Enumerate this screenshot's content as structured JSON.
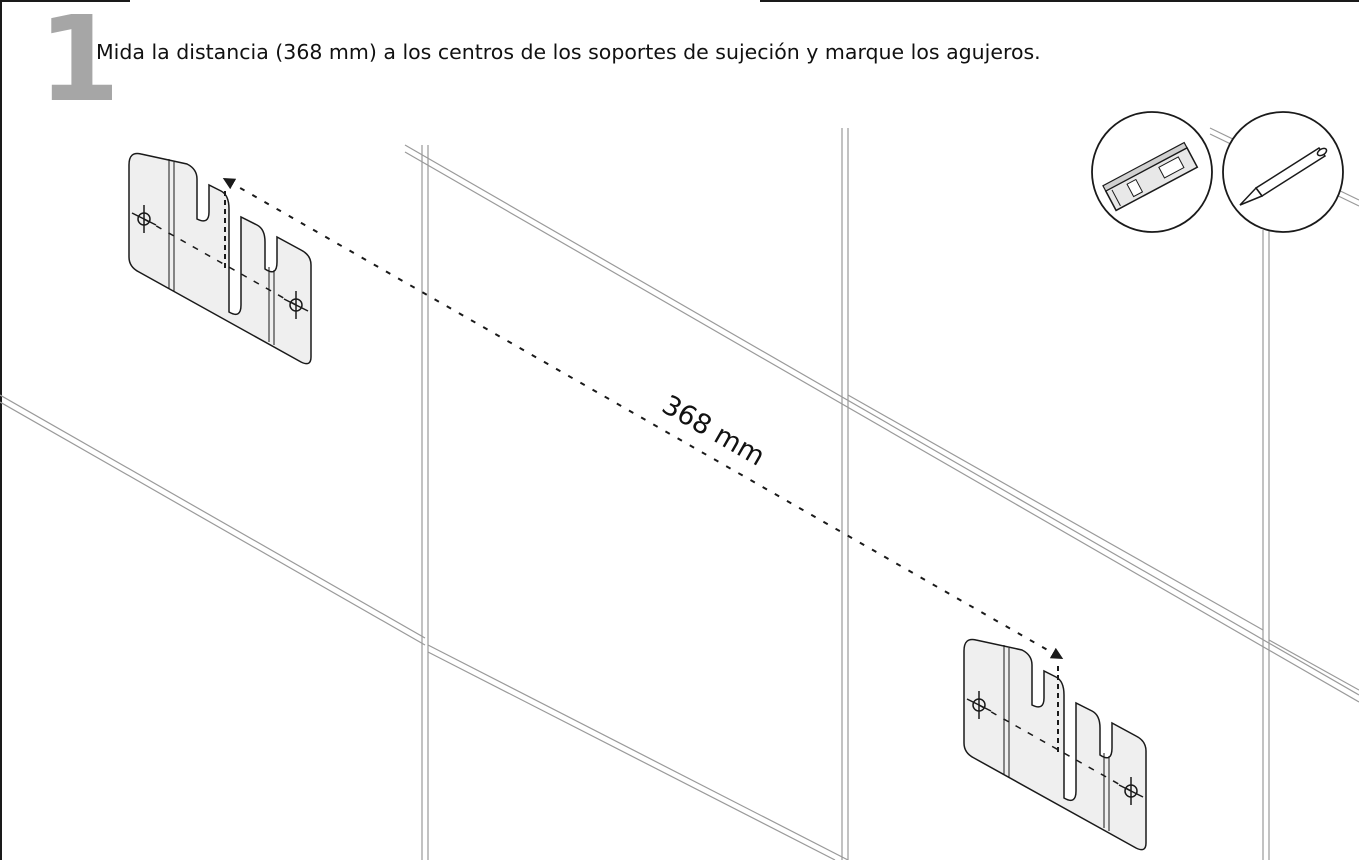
{
  "step": {
    "number": "1",
    "instruction": "Mida la distancia (368 mm) a los centros de los soportes de sujeción y marque los agujeros."
  },
  "dimension": {
    "label": "368 mm"
  },
  "tools": [
    {
      "icon": "spirit-level-icon"
    },
    {
      "icon": "pencil-icon"
    }
  ],
  "colors": {
    "step_number": "#a6a6a6",
    "bracket_fill": "#efefef",
    "line": "#1a1a1a",
    "tile_joint": "#9a9a9a"
  }
}
